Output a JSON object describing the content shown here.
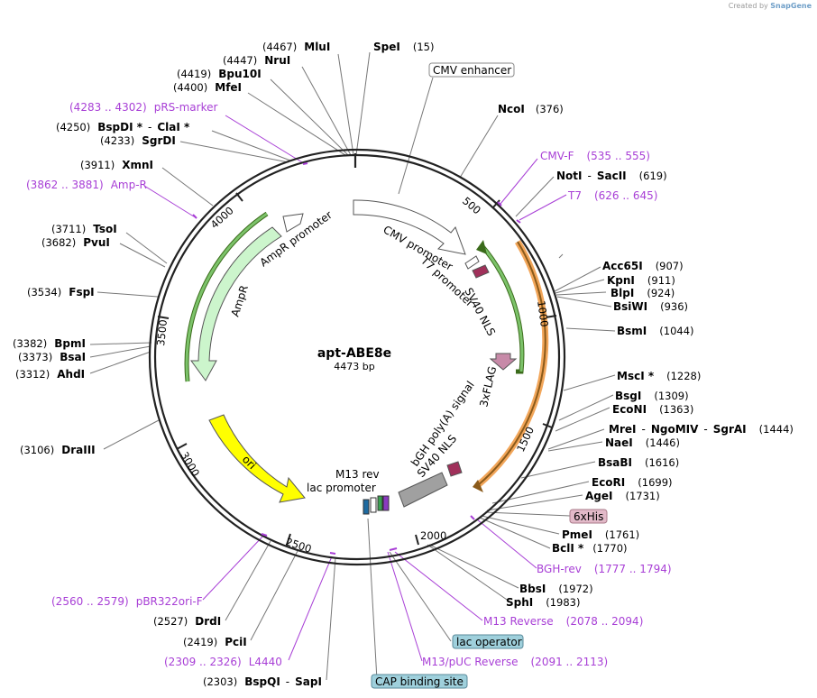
{
  "credit": {
    "prefix": "Created by",
    "brand": "SnapGene"
  },
  "plasmid": {
    "name": "apt-ABE8e",
    "length_label": "4473 bp",
    "total_bp": 4473
  },
  "ticks": [
    "500",
    "1000",
    "1500",
    "2000",
    "2500",
    "3000",
    "3500",
    "4000"
  ],
  "enzymes": [
    {
      "name": "SpeI",
      "pos": "(15)"
    },
    {
      "name": "NcoI",
      "pos": "(376)"
    },
    {
      "name": "NotI",
      "name2": "SacII",
      "pos": "(619)"
    },
    {
      "name": "Acc65I",
      "pos": "(907)"
    },
    {
      "name": "KpnI",
      "pos": "(911)"
    },
    {
      "name": "BlpI",
      "pos": "(924)"
    },
    {
      "name": "BsiWI",
      "pos": "(936)"
    },
    {
      "name": "BsmI",
      "pos": "(1044)"
    },
    {
      "name": "MscI *",
      "pos": "(1228)"
    },
    {
      "name": "BsgI",
      "pos": "(1309)"
    },
    {
      "name": "EcoNI",
      "pos": "(1363)"
    },
    {
      "name": "MreI",
      "name2": "NgoMIV",
      "name3": "SgrAI",
      "pos": "(1444)"
    },
    {
      "name": "NaeI",
      "pos": "(1446)"
    },
    {
      "name": "BsaBI",
      "pos": "(1616)"
    },
    {
      "name": "EcoRI",
      "pos": "(1699)"
    },
    {
      "name": "AgeI",
      "pos": "(1731)"
    },
    {
      "name": "PmeI",
      "pos": "(1761)"
    },
    {
      "name": "BclI *",
      "pos": "(1770)"
    },
    {
      "name": "BbsI",
      "pos": "(1972)"
    },
    {
      "name": "SphI",
      "pos": "(1983)"
    },
    {
      "name": "BspQI",
      "name2": "SapI",
      "pos": "(2303)"
    },
    {
      "name": "PciI",
      "pos": "(2419)"
    },
    {
      "name": "DrdI",
      "pos": "(2527)"
    },
    {
      "name": "DraIII",
      "pos": "(3106)"
    },
    {
      "name": "AhdI",
      "pos": "(3312)"
    },
    {
      "name": "BsaI",
      "pos": "(3373)"
    },
    {
      "name": "BpmI",
      "pos": "(3382)"
    },
    {
      "name": "FspI",
      "pos": "(3534)"
    },
    {
      "name": "PvuI",
      "pos": "(3682)"
    },
    {
      "name": "TsoI",
      "pos": "(3711)"
    },
    {
      "name": "XmnI",
      "pos": "(3911)"
    },
    {
      "name": "SgrDI",
      "pos": "(4233)"
    },
    {
      "name": "BspDI *",
      "name2": "ClaI *",
      "pos": "(4250)"
    },
    {
      "name": "MfeI",
      "pos": "(4400)"
    },
    {
      "name": "Bpu10I",
      "pos": "(4419)"
    },
    {
      "name": "NruI",
      "pos": "(4447)"
    },
    {
      "name": "MluI",
      "pos": "(4467)"
    }
  ],
  "primers": [
    {
      "name": "CMV-F",
      "pos": "(535 .. 555)"
    },
    {
      "name": "T7",
      "pos": "(626 .. 645)"
    },
    {
      "name": "BGH-rev",
      "pos": "(1777 .. 1794)"
    },
    {
      "name": "M13 Reverse",
      "pos": "(2078 .. 2094)"
    },
    {
      "name": "M13/pUC Reverse",
      "pos": "(2091 .. 2113)"
    },
    {
      "name": "L4440",
      "pos": "(2309 .. 2326)"
    },
    {
      "name": "pBR322ori-F",
      "pos": "(2560 .. 2579)"
    },
    {
      "name": "Amp-R",
      "pos": "(3862 .. 3881)"
    },
    {
      "name": "pRS-marker",
      "pos": "(4283 .. 4302)"
    }
  ],
  "boxed": [
    {
      "text": "CMV enhancer"
    },
    {
      "text": "6xHis"
    },
    {
      "text": "lac operator"
    },
    {
      "text": "CAP binding site"
    }
  ],
  "features": [
    {
      "text": "CMV promoter"
    },
    {
      "text": "T7 promoter"
    },
    {
      "text": "SV40 NLS"
    },
    {
      "text": "3xFLAG"
    },
    {
      "text": "bGH poly(A) signal"
    },
    {
      "text": "SV40 NLS"
    },
    {
      "text": "M13 rev"
    },
    {
      "text": "lac promoter"
    },
    {
      "text": "ori"
    },
    {
      "text": "AmpR"
    },
    {
      "text": "AmpR promoter"
    }
  ],
  "colors": {
    "primer": "#a83fd6",
    "backbone": "#222222",
    "ampr": "#ccf5cc",
    "ori": "#ffff00",
    "orf_orange": "#f2a65a",
    "green_arrow": "#3a9a2a",
    "flag": "#c78aa8",
    "polya": "#a0a0a0",
    "his": "#e2b9c8",
    "lac_op": "#9fd0dc"
  }
}
